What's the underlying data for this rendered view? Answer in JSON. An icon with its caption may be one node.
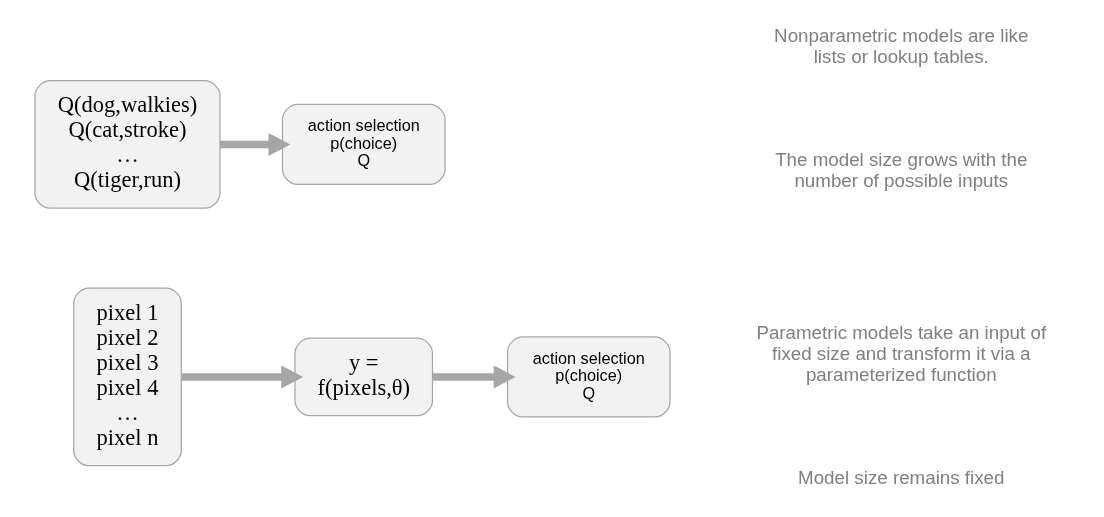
{
  "diagram": {
    "nodes": [
      {
        "text": [
          "Q(dog,walkies) Q(cat,stroke) … Q(tiger,run)"
        ]
      },
      {
        "text": [
          "action selection",
          "p(choice)",
          "Q"
        ]
      },
      {
        "text": [
          "pixel 1 pixel 2 pixel 3 pixel 4 … pixel n"
        ]
      },
      {
        "text": [
          "y = f(pixels,θ)"
        ]
      },
      {
        "text": [
          "action selection",
          "p(choice)",
          "Q"
        ]
      }
    ],
    "edges": [
      {
        "from": 0,
        "to": 1,
        "arrow": "to"
      },
      {
        "from": 2,
        "to": 3,
        "arrow": "to"
      },
      {
        "from": 3,
        "to": 4,
        "arrow": "to"
      }
    ],
    "labels": [
      "Nonparametric models are like lists or lookup tables.",
      "The model size grows with the number of possible inputs",
      "Parametric models take an input of fixed size and transform it via a parameterized function",
      "Model size remains fixed"
    ]
  }
}
